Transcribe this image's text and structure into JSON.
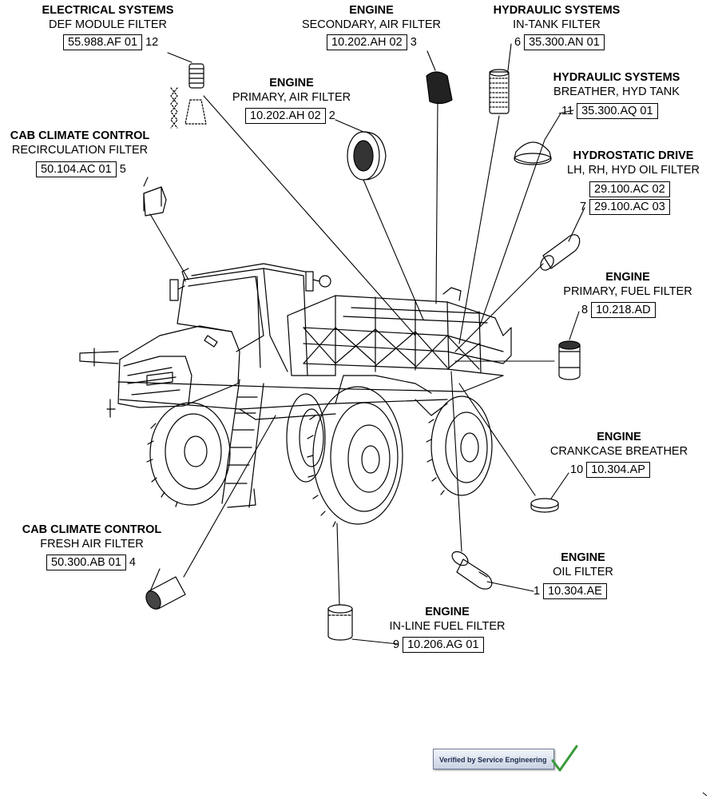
{
  "callouts": [
    {
      "id": "12",
      "header": "ELECTRICAL SYSTEMS",
      "sub": "DEF MODULE FILTER",
      "refs": [
        "55.988.AF 01"
      ],
      "num": "12"
    },
    {
      "id": "3",
      "header": "ENGINE",
      "sub": "SECONDARY, AIR FILTER",
      "refs": [
        "10.202.AH 02"
      ],
      "num": "3"
    },
    {
      "id": "6",
      "header": "HYDRAULIC SYSTEMS",
      "sub": "IN-TANK FILTER",
      "refs": [
        "35.300.AN 01"
      ],
      "num": "6"
    },
    {
      "id": "2",
      "header": "ENGINE",
      "sub": "PRIMARY, AIR FILTER",
      "refs": [
        "10.202.AH 02"
      ],
      "num": "2"
    },
    {
      "id": "11",
      "header": "HYDRAULIC SYSTEMS",
      "sub": "BREATHER, HYD TANK",
      "refs": [
        "35.300.AQ 01"
      ],
      "num": "11"
    },
    {
      "id": "5",
      "header": "CAB CLIMATE CONTROL",
      "sub": "RECIRCULATION FILTER",
      "refs": [
        "50.104.AC 01"
      ],
      "num": "5"
    },
    {
      "id": "7",
      "header": "HYDROSTATIC DRIVE",
      "sub": "LH, RH, HYD OIL FILTER",
      "refs": [
        "29.100.AC 02",
        "29.100.AC 03"
      ],
      "num": "7"
    },
    {
      "id": "8",
      "header": "ENGINE",
      "sub": "PRIMARY, FUEL FILTER",
      "refs": [
        "10.218.AD"
      ],
      "num": "8"
    },
    {
      "id": "10",
      "header": "ENGINE",
      "sub": "CRANKCASE BREATHER",
      "refs": [
        "10.304.AP"
      ],
      "num": "10"
    },
    {
      "id": "4",
      "header": "CAB CLIMATE CONTROL",
      "sub": "FRESH AIR FILTER",
      "refs": [
        "50.300.AB 01"
      ],
      "num": "4"
    },
    {
      "id": "1",
      "header": "ENGINE",
      "sub": "OIL FILTER",
      "refs": [
        "10.304.AE"
      ],
      "num": "1"
    },
    {
      "id": "9",
      "header": "ENGINE",
      "sub": "IN-LINE FUEL FILTER",
      "refs": [
        "10.206.AG 01"
      ],
      "num": "9"
    }
  ],
  "badge": {
    "text": "Verified by Service Engineering"
  },
  "colors": {
    "ink": "#000000",
    "badge_text": "#1d2c4f",
    "check": "#3a9a3a"
  }
}
